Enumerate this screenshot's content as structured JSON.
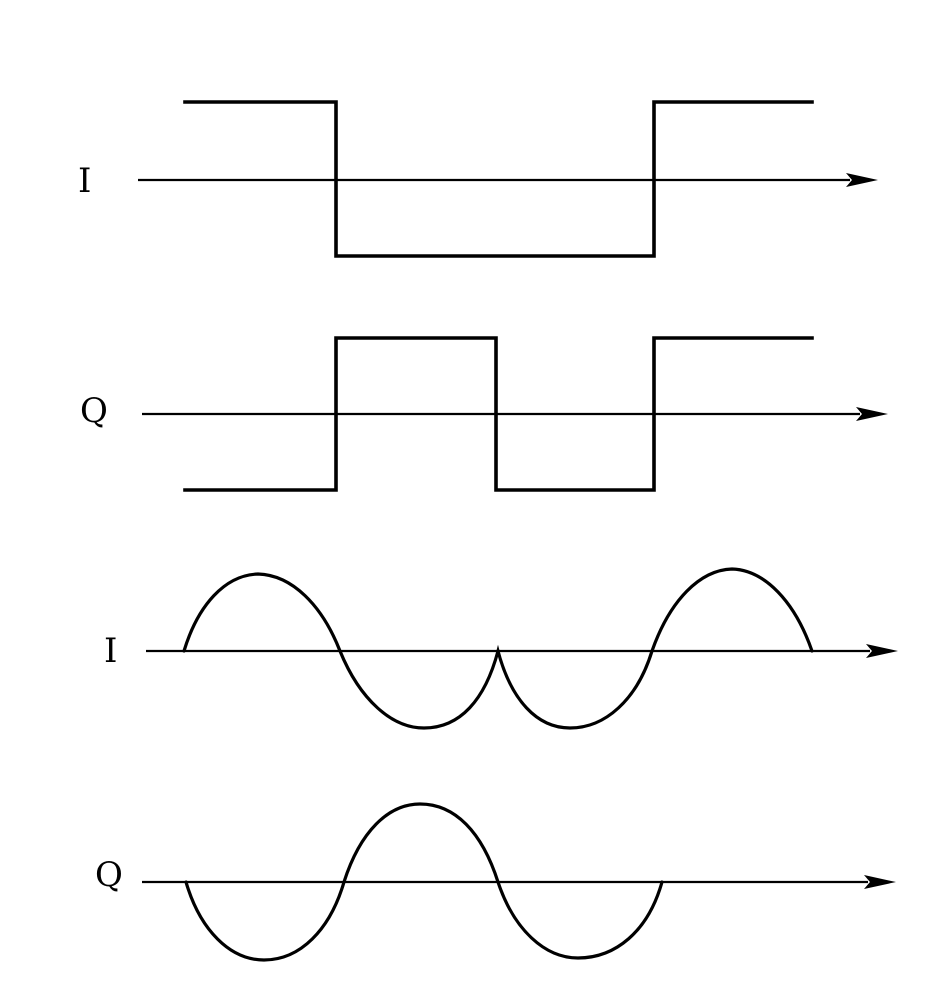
{
  "figure": {
    "panels": [
      {
        "id": "i-square",
        "label": "I",
        "kind": "square"
      },
      {
        "id": "q-square",
        "label": "Q",
        "kind": "square"
      },
      {
        "id": "i-smooth",
        "label": "I",
        "kind": "smooth"
      },
      {
        "id": "q-smooth",
        "label": "Q",
        "kind": "smooth"
      }
    ],
    "line_color": "#000000",
    "background_color": "#ffffff"
  }
}
